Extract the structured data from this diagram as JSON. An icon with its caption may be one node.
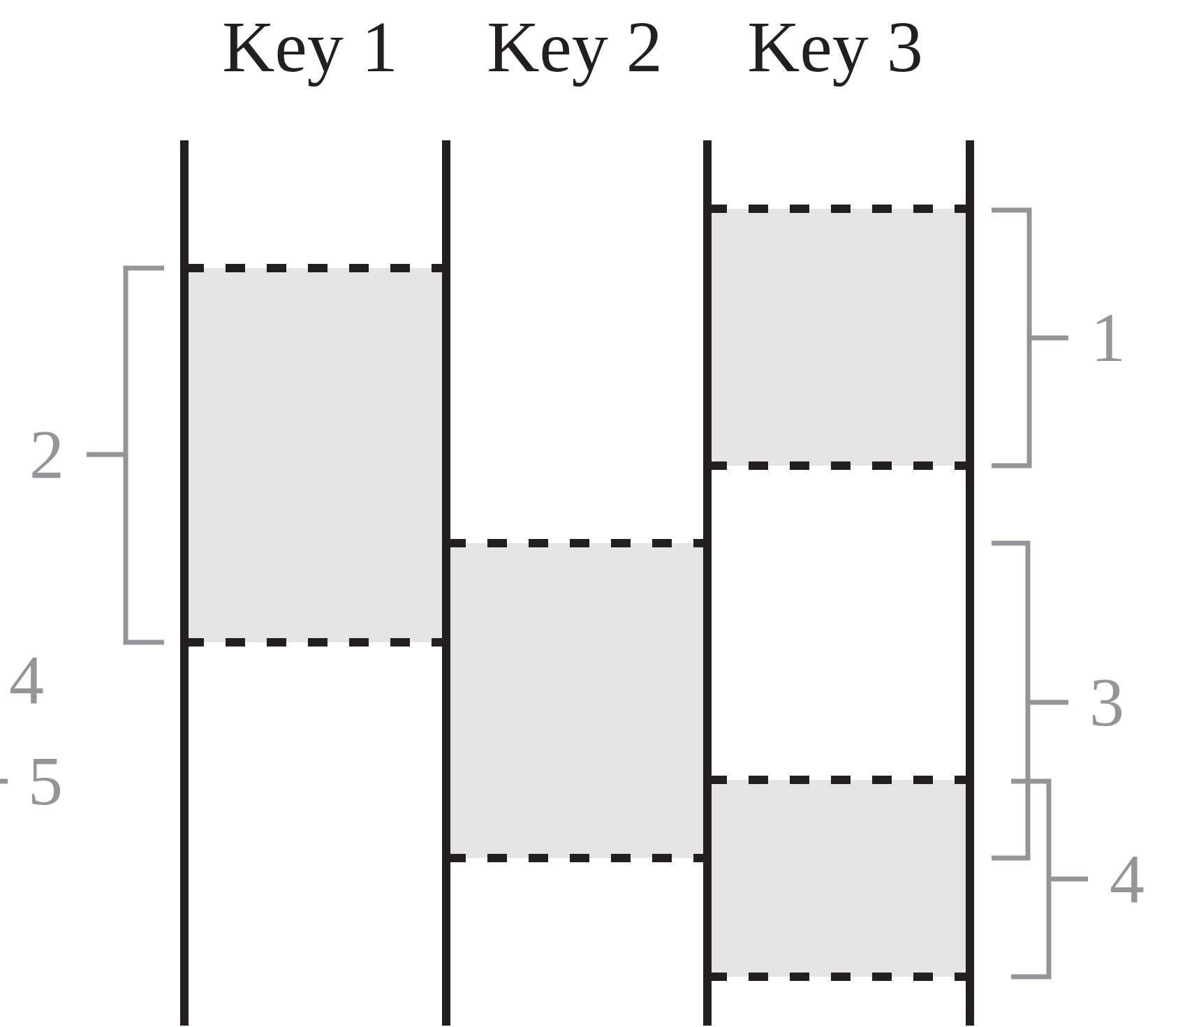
{
  "diagram": {
    "labels": [
      "Key 1",
      "Key 2",
      "Key 3",
      "1",
      "2",
      "4",
      "3",
      "5",
      "4"
    ]
  }
}
